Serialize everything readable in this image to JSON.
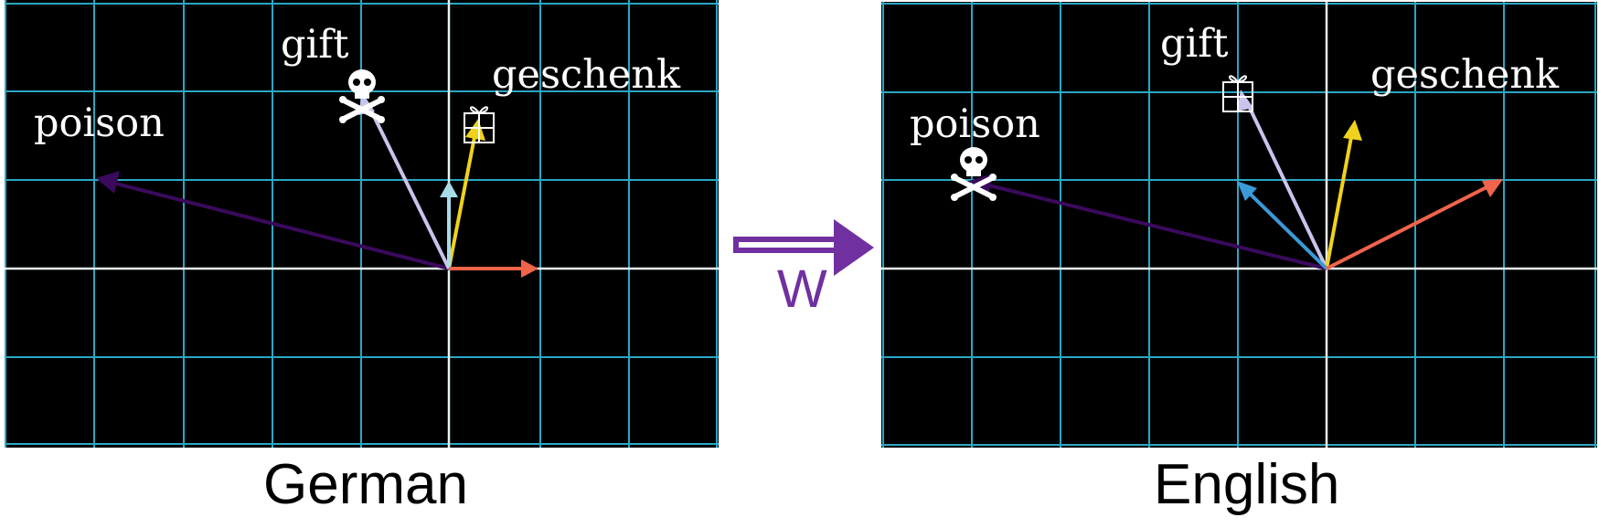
{
  "left_panel": {
    "words": {
      "gift": "gift",
      "geschenk": "geschenk",
      "poison": "poison"
    },
    "icons": {
      "gift_icon": "skull-and-crossbones",
      "geschenk_icon": "wrapped-present"
    },
    "caption": "German"
  },
  "right_panel": {
    "words": {
      "gift": "gift",
      "geschenk": "geschenk",
      "poison": "poison"
    },
    "icons": {
      "gift_icon": "wrapped-present",
      "poison_icon": "skull-and-crossbones"
    },
    "caption": "English"
  },
  "transform": {
    "label": "W",
    "color": "#7030a0"
  },
  "colors": {
    "grid": "#2aa7c4",
    "axis": "#e8f4f8",
    "poison_vector": "#3a0a5c",
    "gift_vector": "#c9c4ec",
    "geschenk_vector": "#f0d21c",
    "basis_i": "#f0644a",
    "basis_j_left": "#a8dce8",
    "basis_j_right": "#3a9ad8",
    "background": "#000000"
  }
}
